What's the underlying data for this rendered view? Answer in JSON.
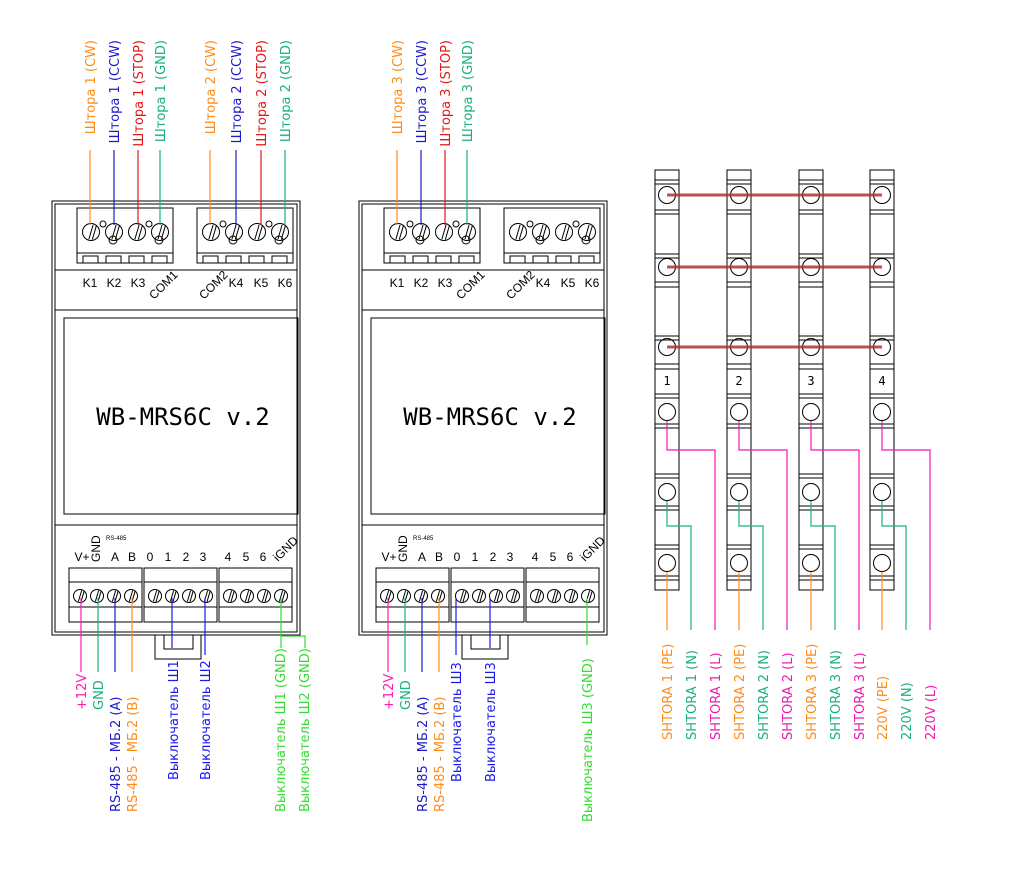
{
  "colors": {
    "cw": "#ff8c1a",
    "ccw": "#1a1acc",
    "stop": "#e01818",
    "gnd": "#19b080",
    "plus12": "#ff1ab0",
    "switch": "#1a1aee",
    "switch_gnd": "#33dd33",
    "pe": "#ff8c1a",
    "n": "#19b080",
    "l": "#ee1ab0",
    "bridge": "#b03030"
  },
  "modules": [
    {
      "title": "WB-MRS6C v.2",
      "top_pins": [
        "K1",
        "K2",
        "K3",
        "COM1",
        "COM2",
        "K4",
        "K5",
        "K6"
      ],
      "bottom_pins": [
        "V+",
        "GND",
        "A",
        "B",
        "0",
        "1",
        "2",
        "3",
        "4",
        "5",
        "6",
        "iGND"
      ],
      "rs485_label": "RS-485",
      "top_wires": [
        {
          "label": "Штора 1 (CW)",
          "color": "cw"
        },
        {
          "label": "Штора 1 (CCW)",
          "color": "ccw"
        },
        {
          "label": "Штора 1 (STOP)",
          "color": "stop"
        },
        {
          "label": "Штора 1 (GND)",
          "color": "gnd"
        },
        {
          "label": "Штора 2 (CW)",
          "color": "cw"
        },
        {
          "label": "Штора 2 (CCW)",
          "color": "ccw"
        },
        {
          "label": "Штора 2 (STOP)",
          "color": "stop"
        },
        {
          "label": "Штора 2 (GND)",
          "color": "gnd"
        }
      ],
      "bottom_wires": [
        {
          "label": "+12V",
          "color": "plus12"
        },
        {
          "label": "GND",
          "color": "gnd"
        },
        {
          "label": "RS-485 - МБ.2 (A)",
          "color": "ccw"
        },
        {
          "label": "RS-485 - МБ.2 (B)",
          "color": "cw"
        },
        {
          "label": "Выключатель Ш1",
          "color": "switch"
        },
        {
          "label": "Выключатель Ш2",
          "color": "switch"
        },
        {
          "label": "Выключатель Ш1 (GND)",
          "color": "switch_gnd"
        },
        {
          "label": "Выключатель Ш2 (GND)",
          "color": "switch_gnd"
        }
      ]
    },
    {
      "title": "WB-MRS6C v.2",
      "top_pins": [
        "K1",
        "K2",
        "K3",
        "COM1",
        "COM2",
        "K4",
        "K5",
        "K6"
      ],
      "bottom_pins": [
        "V+",
        "GND",
        "A",
        "B",
        "0",
        "1",
        "2",
        "3",
        "4",
        "5",
        "6",
        "iGND"
      ],
      "rs485_label": "RS-485",
      "top_wires": [
        {
          "label": "Штора 3 (CW)",
          "color": "cw"
        },
        {
          "label": "Штора 3 (CCW)",
          "color": "ccw"
        },
        {
          "label": "Штора 3 (STOP)",
          "color": "stop"
        },
        {
          "label": "Штора 3 (GND)",
          "color": "gnd"
        }
      ],
      "bottom_wires": [
        {
          "label": "+12V",
          "color": "plus12"
        },
        {
          "label": "GND",
          "color": "gnd"
        },
        {
          "label": "RS-485 - МБ.2 (A)",
          "color": "ccw"
        },
        {
          "label": "RS-485 - МБ.2 (B)",
          "color": "cw"
        },
        {
          "label": "Выключатель Ш3",
          "color": "switch"
        },
        {
          "label": "Выключатель Ш3",
          "color": "switch"
        },
        {
          "label": "Выключатель Ш3 (GND)",
          "color": "switch_gnd"
        }
      ]
    }
  ],
  "terminal_blocks": {
    "numbers": [
      "1",
      "2",
      "3",
      "4"
    ],
    "wires": [
      {
        "label": "SHTORA 1 (PE)",
        "color": "pe"
      },
      {
        "label": "SHTORA 1 (N)",
        "color": "n"
      },
      {
        "label": "SHTORA 1 (L)",
        "color": "l"
      },
      {
        "label": "SHTORA 2 (PE)",
        "color": "pe"
      },
      {
        "label": "SHTORA 2 (N)",
        "color": "n"
      },
      {
        "label": "SHTORA 2 (L)",
        "color": "l"
      },
      {
        "label": "SHTORA 3 (PE)",
        "color": "pe"
      },
      {
        "label": "SHTORA 3 (N)",
        "color": "n"
      },
      {
        "label": "SHTORA 3 (L)",
        "color": "l"
      },
      {
        "label": "220V (PE)",
        "color": "pe"
      },
      {
        "label": "220V (N)",
        "color": "n"
      },
      {
        "label": "220V (L)",
        "color": "l"
      }
    ]
  }
}
